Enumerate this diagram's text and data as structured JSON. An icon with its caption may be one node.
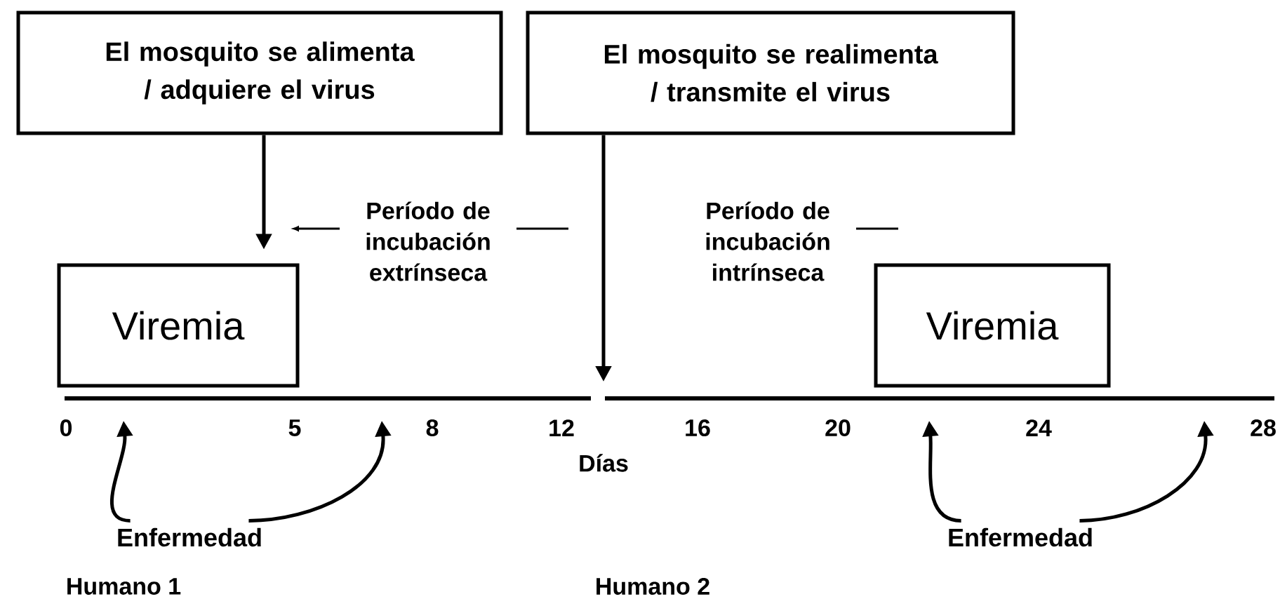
{
  "diagram": {
    "nodes": [
      {
        "text": [
          "El mosquito se alimenta / adquiere el virus"
        ]
      },
      {
        "text": [
          "El mosquito se realimenta / transmite el virus"
        ]
      },
      {
        "text": [
          "Viremia"
        ]
      },
      {
        "text": [
          "Viremia"
        ]
      },
      {
        "text": [
          "Enfermedad"
        ]
      },
      {
        "text": [
          "Enfermedad"
        ]
      }
    ],
    "edges": [
      {
        "from": 0,
        "to": 2,
        "arrow": "to"
      },
      {
        "from": 1,
        "to": null,
        "arrow": "to"
      },
      {
        "from": 4,
        "to": null,
        "arrow": "to"
      },
      {
        "from": 4,
        "to": null,
        "arrow": "to"
      },
      {
        "from": 5,
        "to": null,
        "arrow": "to"
      },
      {
        "from": 5,
        "to": null,
        "arrow": "to"
      }
    ],
    "labels": [
      "Período de incubación extrínseca",
      "Período de incubación intrínseca",
      "0",
      "5",
      "8",
      "12",
      "16",
      "20",
      "24",
      "28",
      "Días",
      "Humano 1",
      "Humano 2"
    ]
  }
}
